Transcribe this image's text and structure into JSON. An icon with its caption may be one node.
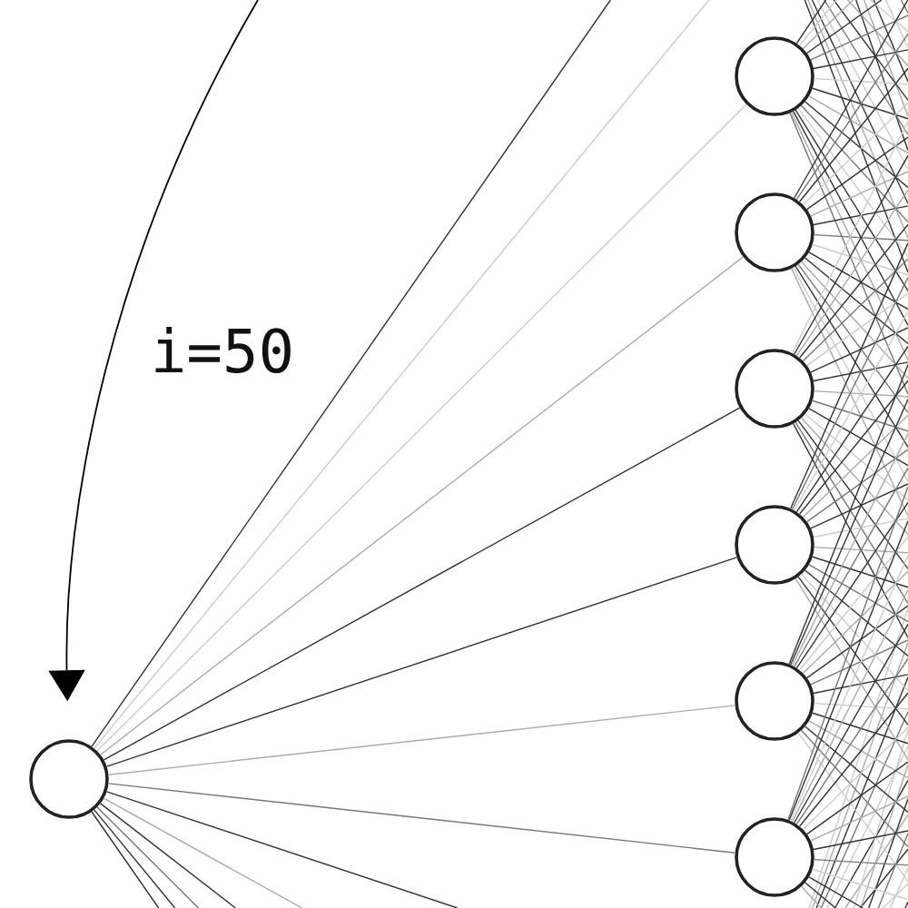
{
  "diagram": {
    "nodes": [
      {
        "text": [],
        "shape": "circle"
      },
      {
        "text": [],
        "shape": "circle"
      },
      {
        "text": [],
        "shape": "circle"
      },
      {
        "text": [],
        "shape": "circle"
      },
      {
        "text": [],
        "shape": "circle"
      },
      {
        "text": [],
        "shape": "circle"
      },
      {
        "text": [],
        "shape": "circle"
      }
    ],
    "edges": [
      {
        "from": null,
        "to": 0,
        "arrow": "to",
        "label": "i=50",
        "color": "#000000"
      },
      {
        "from": 0,
        "to": null,
        "arrow": "none"
      },
      {
        "from": 0,
        "to": null,
        "arrow": "none",
        "color": "#cccccc"
      },
      {
        "from": 0,
        "to": 1,
        "arrow": "none",
        "color": "#cccccc"
      },
      {
        "from": 0,
        "to": 2,
        "arrow": "none",
        "color": "#aaaaaa"
      },
      {
        "from": 0,
        "to": 3,
        "arrow": "none"
      },
      {
        "from": 0,
        "to": 4,
        "arrow": "none"
      },
      {
        "from": 0,
        "to": 5,
        "arrow": "none",
        "color": "#aaaaaa"
      },
      {
        "from": 0,
        "to": 6,
        "arrow": "none",
        "color": "#777777"
      },
      {
        "from": 0,
        "to": null,
        "arrow": "none"
      },
      {
        "from": 0,
        "to": null,
        "arrow": "none",
        "color": "#aaaaaa"
      },
      {
        "from": 0,
        "to": null,
        "arrow": "none"
      },
      {
        "from": 0,
        "to": null,
        "arrow": "none",
        "color": "#777777"
      },
      {
        "from": 0,
        "to": null,
        "arrow": "none"
      },
      {
        "from": 0,
        "to": null,
        "arrow": "none"
      },
      {
        "from": 1,
        "to": null,
        "arrow": "none"
      },
      {
        "from": 1,
        "to": null,
        "arrow": "none",
        "color": "#cccccc"
      },
      {
        "from": 1,
        "to": null,
        "arrow": "none",
        "color": "#aaaaaa"
      },
      {
        "from": 1,
        "to": null,
        "arrow": "none"
      },
      {
        "from": 1,
        "to": null,
        "arrow": "none",
        "color": "#777777"
      },
      {
        "from": 1,
        "to": null,
        "arrow": "none"
      },
      {
        "from": 1,
        "to": null,
        "arrow": "none",
        "color": "#cccccc"
      },
      {
        "from": 1,
        "to": null,
        "arrow": "none"
      },
      {
        "from": 1,
        "to": null,
        "arrow": "none",
        "color": "#aaaaaa"
      },
      {
        "from": 1,
        "to": null,
        "arrow": "none"
      },
      {
        "from": 1,
        "to": null,
        "arrow": "none",
        "color": "#777777"
      },
      {
        "from": 1,
        "to": null,
        "arrow": "none",
        "color": "#cccccc"
      },
      {
        "from": 1,
        "to": null,
        "arrow": "none"
      },
      {
        "from": 1,
        "to": null,
        "arrow": "none"
      },
      {
        "from": 1,
        "to": null,
        "arrow": "none",
        "color": "#aaaaaa"
      },
      {
        "from": 1,
        "to": null,
        "arrow": "none",
        "color": "#777777"
      },
      {
        "from": 2,
        "to": null,
        "arrow": "none"
      },
      {
        "from": 2,
        "to": null,
        "arrow": "none",
        "color": "#777777"
      },
      {
        "from": 2,
        "to": null,
        "arrow": "none"
      },
      {
        "from": 2,
        "to": null,
        "arrow": "none",
        "color": "#cccccc"
      },
      {
        "from": 2,
        "to": null,
        "arrow": "none"
      },
      {
        "from": 2,
        "to": null,
        "arrow": "none",
        "color": "#aaaaaa"
      },
      {
        "from": 2,
        "to": null,
        "arrow": "none"
      },
      {
        "from": 2,
        "to": null,
        "arrow": "none",
        "color": "#777777"
      },
      {
        "from": 2,
        "to": null,
        "arrow": "none",
        "color": "#cccccc"
      },
      {
        "from": 2,
        "to": null,
        "arrow": "none"
      },
      {
        "from": 2,
        "to": null,
        "arrow": "none"
      },
      {
        "from": 2,
        "to": null,
        "arrow": "none",
        "color": "#aaaaaa"
      },
      {
        "from": 2,
        "to": null,
        "arrow": "none",
        "color": "#777777"
      },
      {
        "from": 2,
        "to": null,
        "arrow": "none"
      },
      {
        "from": 2,
        "to": null,
        "arrow": "none",
        "color": "#cccccc"
      },
      {
        "from": 2,
        "to": null,
        "arrow": "none",
        "color": "#aaaaaa"
      },
      {
        "from": 3,
        "to": null,
        "arrow": "none",
        "color": "#cccccc"
      },
      {
        "from": 3,
        "to": null,
        "arrow": "none"
      },
      {
        "from": 3,
        "to": null,
        "arrow": "none",
        "color": "#aaaaaa"
      },
      {
        "from": 3,
        "to": null,
        "arrow": "none"
      },
      {
        "from": 3,
        "to": null,
        "arrow": "none",
        "color": "#777777"
      },
      {
        "from": 3,
        "to": null,
        "arrow": "none",
        "color": "#cccccc"
      },
      {
        "from": 3,
        "to": null,
        "arrow": "none"
      },
      {
        "from": 3,
        "to": null,
        "arrow": "none"
      },
      {
        "from": 3,
        "to": null,
        "arrow": "none",
        "color": "#aaaaaa"
      },
      {
        "from": 3,
        "to": null,
        "arrow": "none",
        "color": "#777777"
      },
      {
        "from": 3,
        "to": null,
        "arrow": "none"
      },
      {
        "from": 3,
        "to": null,
        "arrow": "none",
        "color": "#cccccc"
      },
      {
        "from": 3,
        "to": null,
        "arrow": "none",
        "color": "#aaaaaa"
      },
      {
        "from": 3,
        "to": null,
        "arrow": "none"
      },
      {
        "from": 3,
        "to": null,
        "arrow": "none",
        "color": "#777777"
      },
      {
        "from": 3,
        "to": null,
        "arrow": "none"
      },
      {
        "from": 4,
        "to": null,
        "arrow": "none"
      },
      {
        "from": 4,
        "to": null,
        "arrow": "none",
        "color": "#777777"
      },
      {
        "from": 4,
        "to": null,
        "arrow": "none",
        "color": "#cccccc"
      },
      {
        "from": 4,
        "to": null,
        "arrow": "none"
      },
      {
        "from": 4,
        "to": null,
        "arrow": "none"
      },
      {
        "from": 4,
        "to": null,
        "arrow": "none",
        "color": "#aaaaaa"
      },
      {
        "from": 4,
        "to": null,
        "arrow": "none",
        "color": "#777777"
      },
      {
        "from": 4,
        "to": null,
        "arrow": "none"
      },
      {
        "from": 4,
        "to": null,
        "arrow": "none",
        "color": "#cccccc"
      },
      {
        "from": 4,
        "to": null,
        "arrow": "none",
        "color": "#aaaaaa"
      },
      {
        "from": 4,
        "to": null,
        "arrow": "none"
      },
      {
        "from": 4,
        "to": null,
        "arrow": "none",
        "color": "#777777"
      },
      {
        "from": 4,
        "to": null,
        "arrow": "none"
      },
      {
        "from": 4,
        "to": null,
        "arrow": "none",
        "color": "#cccccc"
      },
      {
        "from": 4,
        "to": null,
        "arrow": "none"
      },
      {
        "from": 4,
        "to": null,
        "arrow": "none",
        "color": "#aaaaaa"
      },
      {
        "from": 5,
        "to": null,
        "arrow": "none"
      },
      {
        "from": 5,
        "to": null,
        "arrow": "none"
      },
      {
        "from": 5,
        "to": null,
        "arrow": "none",
        "color": "#aaaaaa"
      },
      {
        "from": 5,
        "to": null,
        "arrow": "none",
        "color": "#777777"
      },
      {
        "from": 5,
        "to": null,
        "arrow": "none"
      },
      {
        "from": 5,
        "to": null,
        "arrow": "none",
        "color": "#cccccc"
      },
      {
        "from": 5,
        "to": null,
        "arrow": "none",
        "color": "#aaaaaa"
      },
      {
        "from": 5,
        "to": null,
        "arrow": "none"
      },
      {
        "from": 5,
        "to": null,
        "arrow": "none",
        "color": "#777777"
      },
      {
        "from": 5,
        "to": null,
        "arrow": "none"
      },
      {
        "from": 5,
        "to": null,
        "arrow": "none",
        "color": "#cccccc"
      },
      {
        "from": 5,
        "to": null,
        "arrow": "none"
      },
      {
        "from": 5,
        "to": null,
        "arrow": "none",
        "color": "#aaaaaa"
      },
      {
        "from": 5,
        "to": null,
        "arrow": "none"
      },
      {
        "from": 5,
        "to": null,
        "arrow": "none",
        "color": "#777777"
      },
      {
        "from": 5,
        "to": null,
        "arrow": "none",
        "color": "#cccccc"
      },
      {
        "from": 6,
        "to": null,
        "arrow": "none",
        "color": "#777777"
      },
      {
        "from": 6,
        "to": null,
        "arrow": "none"
      },
      {
        "from": 6,
        "to": null,
        "arrow": "none",
        "color": "#cccccc"
      },
      {
        "from": 6,
        "to": null,
        "arrow": "none",
        "color": "#aaaaaa"
      },
      {
        "from": 6,
        "to": null,
        "arrow": "none"
      },
      {
        "from": 6,
        "to": null,
        "arrow": "none",
        "color": "#777777"
      },
      {
        "from": 6,
        "to": null,
        "arrow": "none"
      },
      {
        "from": 6,
        "to": null,
        "arrow": "none",
        "color": "#cccccc"
      },
      {
        "from": 6,
        "to": null,
        "arrow": "none"
      },
      {
        "from": 6,
        "to": null,
        "arrow": "none",
        "color": "#aaaaaa"
      },
      {
        "from": 6,
        "to": null,
        "arrow": "none"
      },
      {
        "from": 6,
        "to": null,
        "arrow": "none",
        "color": "#777777"
      },
      {
        "from": 6,
        "to": null,
        "arrow": "none",
        "color": "#cccccc"
      },
      {
        "from": 6,
        "to": null,
        "arrow": "none"
      },
      {
        "from": 6,
        "to": null,
        "arrow": "none"
      },
      {
        "from": 6,
        "to": null,
        "arrow": "none",
        "color": "#aaaaaa"
      }
    ]
  }
}
